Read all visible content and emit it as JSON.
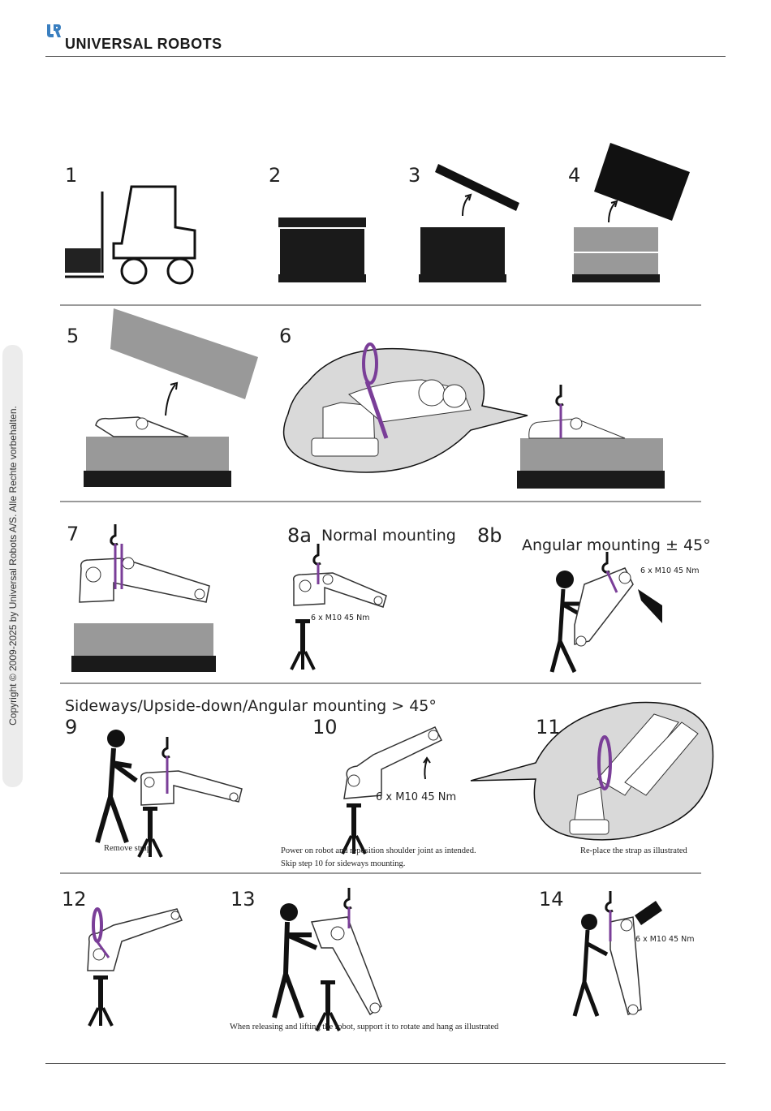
{
  "header": {
    "logo_icon": "ur-logo-icon",
    "brand": "UNIVERSAL ROBOTS"
  },
  "side_notice": "Copyright © 2009-2025 by Universal Robots A/S. Alle Rechte vorbehalten.",
  "steps": {
    "s1": "1",
    "s2": "2",
    "s3": "3",
    "s4": "4",
    "s5": "5",
    "s6": "6",
    "s7": "7",
    "s8a": "8a",
    "s8b": "8b",
    "s9": "9",
    "s10": "10",
    "s11": "11",
    "s12": "12",
    "s13": "13",
    "s14": "14"
  },
  "titles": {
    "normal": "Normal mounting",
    "angular": "Angular mounting ± 45°",
    "sideways": "Sideways/Upside-down/Angular mounting > 45°"
  },
  "specs": {
    "s8a": "6 x M10   45 Nm",
    "s8b": "6 x M10   45 Nm",
    "s10": "6 x M10   45 Nm",
    "s14": "6 x M10   45 Nm"
  },
  "captions": {
    "remove_strap": "Remove strap",
    "power_on": "Power on robot and reposition shoulder joint as intended.",
    "skip_step": "Skip step 10 for sideways mounting.",
    "replace_strap": "Re-place the strap as illustrated",
    "release_lift": "When releasing and lifting the robot, support it to rotate and hang as illustrated"
  },
  "colors": {
    "strap": "#7a3e98",
    "logo": "#3a7fc0",
    "box_dark": "#1a1a1a",
    "box_grey": "#999999",
    "bubble": "#d9d9d9"
  }
}
